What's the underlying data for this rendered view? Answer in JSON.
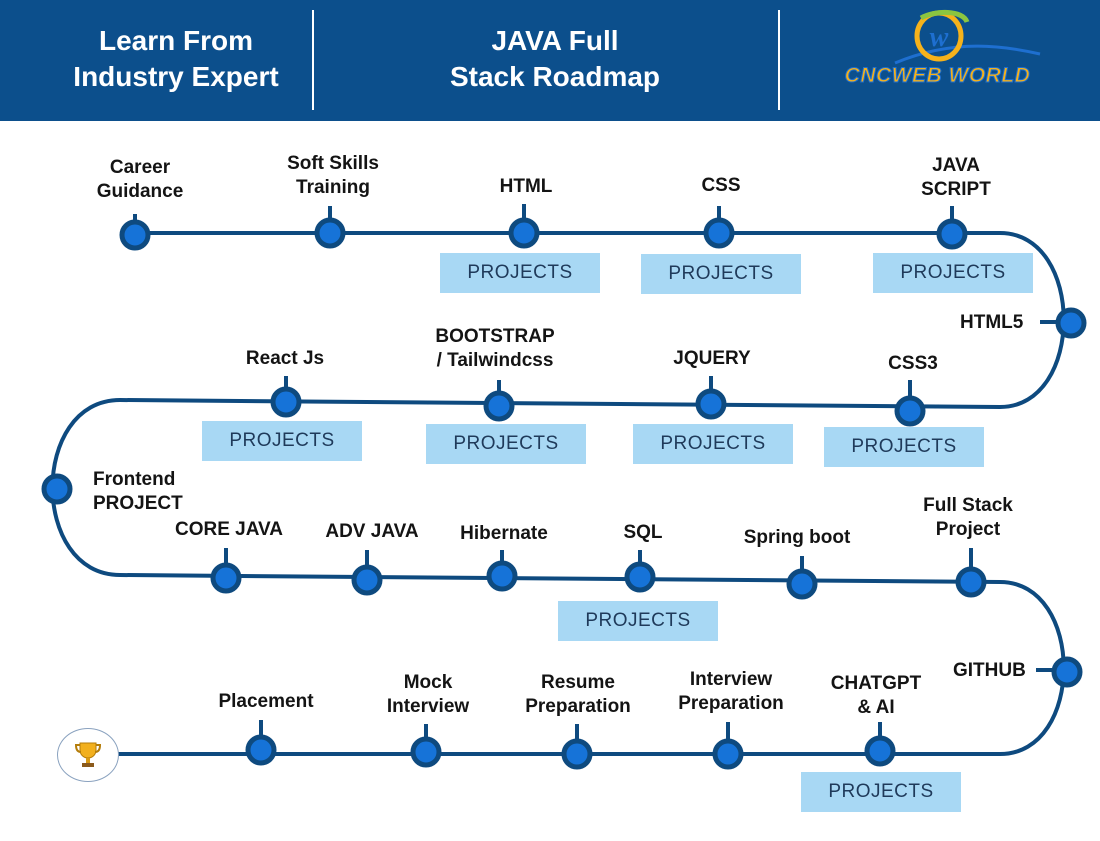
{
  "header": {
    "left_text": "Learn From\nIndustry Expert",
    "center_text": "JAVA Full\nStack Roadmap",
    "logo_text": "CNCWEB WORLD",
    "logo_icon": "circled-w-logo"
  },
  "projects_label": "PROJECTS",
  "steps": {
    "career_guidance": "Career\nGuidance",
    "soft_skills": "Soft Skills\nTraining",
    "html": "HTML",
    "css": "CSS",
    "javascript": "JAVA\nSCRIPT",
    "html5": "HTML5",
    "css3": "CSS3",
    "jquery": "JQUERY",
    "bootstrap": "BOOTSTRAP\n/ Tailwindcss",
    "react": "React Js",
    "frontend_project": "Frontend\nPROJECT",
    "core_java": "CORE JAVA",
    "adv_java": "ADV JAVA",
    "hibernate": "Hibernate",
    "sql": "SQL",
    "spring_boot": "Spring boot",
    "full_stack_project": "Full Stack\nProject",
    "github": "GITHUB",
    "chatgpt": "CHATGPT\n& AI",
    "interview_prep": "Interview\nPreparation",
    "resume_prep": "Resume\nPreparation",
    "mock_interview": "Mock\nInterview",
    "placement": "Placement"
  },
  "end_icon": "trophy-icon",
  "colors": {
    "header_bg": "#0c4f8c",
    "road_line": "#0e4a7f",
    "node_fill": "#1673d8",
    "projects_bg": "#a8d8f4",
    "trophy": "#f2b01e"
  }
}
